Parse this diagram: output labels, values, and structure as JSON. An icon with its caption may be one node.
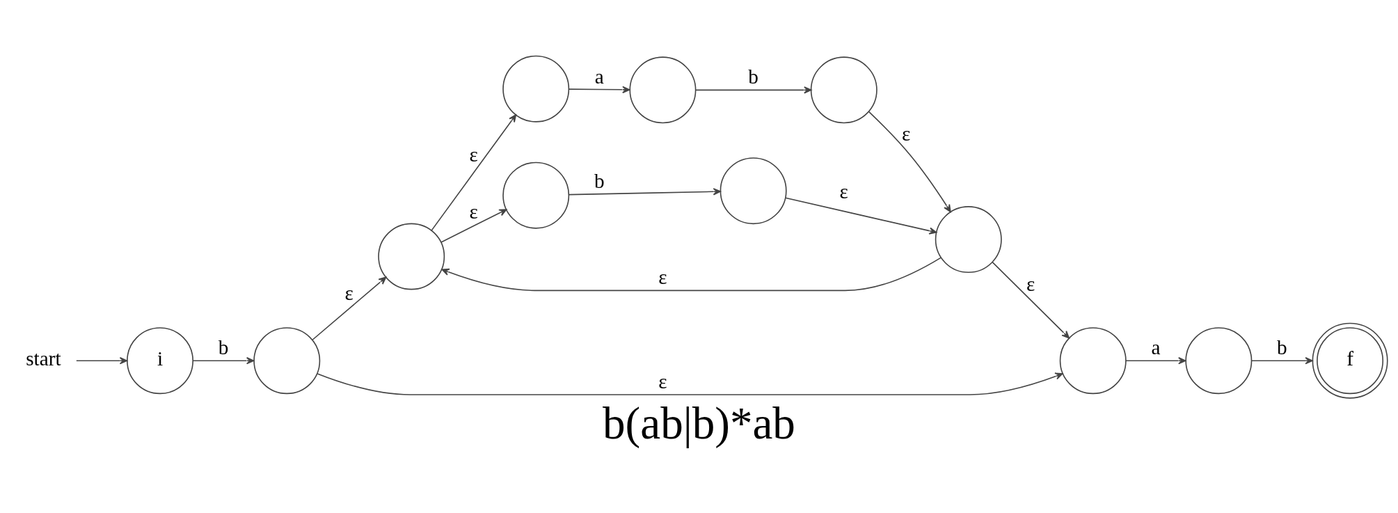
{
  "diagram": {
    "caption": "b(ab|b)*ab",
    "nodes": [
      {
        "text": [
          "start"
        ]
      },
      {
        "text": [
          "i"
        ]
      },
      {
        "text": [],
        "shape": "circle"
      },
      {
        "text": [],
        "shape": "circle"
      },
      {
        "text": [],
        "shape": "circle"
      },
      {
        "text": [],
        "shape": "circle"
      },
      {
        "text": [],
        "shape": "circle"
      },
      {
        "text": [],
        "shape": "circle"
      },
      {
        "text": [],
        "shape": "circle"
      },
      {
        "text": [],
        "shape": "circle"
      },
      {
        "text": [],
        "shape": "circle"
      },
      {
        "text": [],
        "shape": "circle"
      },
      {
        "text": [
          "f"
        ]
      }
    ],
    "edges": [
      {
        "from": 0,
        "to": 1,
        "arrow": "to"
      },
      {
        "from": 1,
        "to": 2,
        "arrow": "to",
        "label": "b"
      },
      {
        "from": 2,
        "to": 3,
        "arrow": "to",
        "label": "ε"
      },
      {
        "from": 3,
        "to": 4,
        "arrow": "to",
        "label": "ε"
      },
      {
        "from": 4,
        "to": 5,
        "arrow": "to",
        "label": "a"
      },
      {
        "from": 5,
        "to": 6,
        "arrow": "to",
        "label": "b"
      },
      {
        "from": 6,
        "to": 9,
        "arrow": "to",
        "label": "ε"
      },
      {
        "from": 3,
        "to": 7,
        "arrow": "to",
        "label": "ε"
      },
      {
        "from": 7,
        "to": 8,
        "arrow": "to",
        "label": "b"
      },
      {
        "from": 8,
        "to": 9,
        "arrow": "to",
        "label": "ε"
      },
      {
        "from": 9,
        "to": 3,
        "arrow": "to",
        "label": "ε"
      },
      {
        "from": 2,
        "to": 10,
        "arrow": "to",
        "label": "ε"
      },
      {
        "from": 9,
        "to": 10,
        "arrow": "to",
        "label": "ε"
      },
      {
        "from": 10,
        "to": 11,
        "arrow": "to",
        "label": "a"
      },
      {
        "from": 11,
        "to": 12,
        "arrow": "to",
        "label": "b"
      }
    ]
  }
}
